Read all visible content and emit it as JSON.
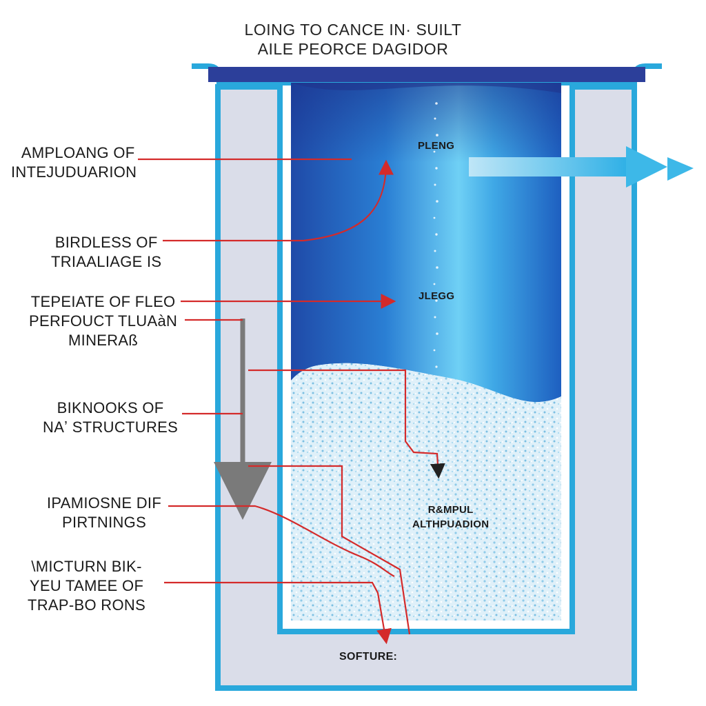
{
  "title": {
    "line1": "LOING TO CANCE  IN· SUILT",
    "line2": "AILE PEORCE DAGIDOR"
  },
  "side_labels": [
    {
      "id": "amploang",
      "lines": [
        "AMPLOANG  OF",
        "INTEJUDUARION"
      ]
    },
    {
      "id": "birdless",
      "lines": [
        "BIRDLESS  OF",
        "TRIAALIAGE IS"
      ]
    },
    {
      "id": "tepeiate",
      "lines": [
        "TEPEIATE OF FLEO",
        "PERFOUCT TLUAàN",
        "MINERAß"
      ]
    },
    {
      "id": "biknooks",
      "lines": [
        "BIKNOOKS  OF",
        "NAʼ STRUCTURES"
      ]
    },
    {
      "id": "ipamiosne",
      "lines": [
        "IPAMIOSNE  DIF",
        "PIRTNINGS"
      ]
    },
    {
      "id": "micturn",
      "lines": [
        "\\MICTURN BIK-",
        "YEU TAMEE OF",
        "TRAP-BO RONS"
      ]
    }
  ],
  "inner_labels": {
    "pleng": "PLENG",
    "jlegg": "JLEGG",
    "rampul": [
      "R&MPUL",
      "ALTHPUADION"
    ],
    "softure": "SOFTURE:"
  },
  "colors": {
    "vessel_outline": "#29a8dc",
    "vessel_fill": "#dadde9",
    "water_top": "#1a3f9a",
    "water_bright": "#4fc3f0",
    "media": "#d9eef8",
    "arrow_red": "#d42a2a",
    "arrow_gray": "#7a7a7a",
    "outflow_arrow": "#3db8e8"
  },
  "icons": {
    "outflow": "right-arrow-icon"
  }
}
